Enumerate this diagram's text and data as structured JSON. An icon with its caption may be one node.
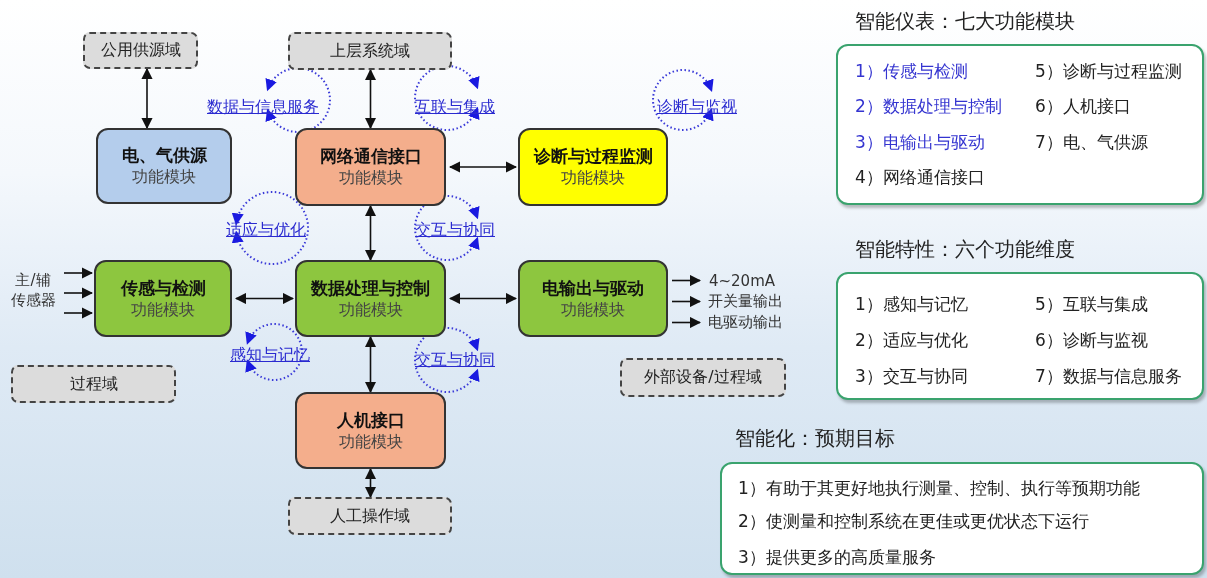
{
  "diagram": {
    "nodes": [
      {
        "text": [
          "公用供源域"
        ]
      },
      {
        "text": [
          "上层系统域"
        ]
      },
      {
        "text": [
          "电、气供源",
          "功能模块"
        ]
      },
      {
        "text": [
          "网络通信接口",
          "功能模块"
        ]
      },
      {
        "text": [
          "诊断与过程监测",
          "功能模块"
        ]
      },
      {
        "text": [
          "主/辅传感器"
        ]
      },
      {
        "text": [
          "传感与检测",
          "功能模块"
        ]
      },
      {
        "text": [
          "数据处理与控制",
          "功能模块"
        ]
      },
      {
        "text": [
          "电输出与驱动",
          "功能模块"
        ]
      },
      {
        "text": [
          "4~20mA"
        ]
      },
      {
        "text": [
          "开关量输出"
        ]
      },
      {
        "text": [
          "电驱动输出"
        ]
      },
      {
        "text": [
          "过程域"
        ]
      },
      {
        "text": [
          "外部设备/过程域"
        ]
      },
      {
        "text": [
          "人机接口",
          "功能模块"
        ]
      },
      {
        "text": [
          "人工操作域"
        ]
      },
      {
        "text": [
          "智能仪表：七大功能模块",
          "1）传感与检测",
          "2）数据处理与控制",
          "3）电输出与驱动",
          "4）网络通信接口",
          "5）诊断与过程监测",
          "6）人机接口",
          "7）电、气供源"
        ]
      },
      {
        "text": [
          "智能特性：六个功能维度",
          "1）感知与记忆",
          "2）适应与优化",
          "3）交互与协同",
          "5）互联与集成",
          "6）诊断与监视",
          "7）数据与信息服务"
        ]
      },
      {
        "text": [
          "智能化：预期目标",
          "1）有助于其更好地执行测量、控制、执行等预期功能",
          "2）使测量和控制系统在更佳或更优状态下运行",
          "3）提供更多的高质量服务"
        ]
      }
    ],
    "edges": [
      {
        "from": 0,
        "to": 2,
        "arrow": "both"
      },
      {
        "from": 1,
        "to": 3,
        "arrow": "both"
      },
      {
        "from": 3,
        "to": 4,
        "arrow": "both"
      },
      {
        "from": 3,
        "to": 7,
        "arrow": "both"
      },
      {
        "from": 6,
        "to": 7,
        "arrow": "both"
      },
      {
        "from": 7,
        "to": 8,
        "arrow": "both"
      },
      {
        "from": 7,
        "to": 14,
        "arrow": "both"
      },
      {
        "from": 14,
        "to": 15,
        "arrow": "both"
      },
      {
        "from": 5,
        "to": 6,
        "arrow": "to"
      },
      {
        "from": 5,
        "to": 6,
        "arrow": "to"
      },
      {
        "from": 5,
        "to": 6,
        "arrow": "to"
      },
      {
        "from": 8,
        "to": 9,
        "arrow": "to"
      },
      {
        "from": 8,
        "to": 10,
        "arrow": "to"
      },
      {
        "from": 8,
        "to": 11,
        "arrow": "to"
      }
    ],
    "labels": [
      "数据与信息服务",
      "互联与集成",
      "诊断与监视",
      "适应与优化",
      "交互与协同",
      "感知与记忆",
      "交互与协同"
    ]
  }
}
